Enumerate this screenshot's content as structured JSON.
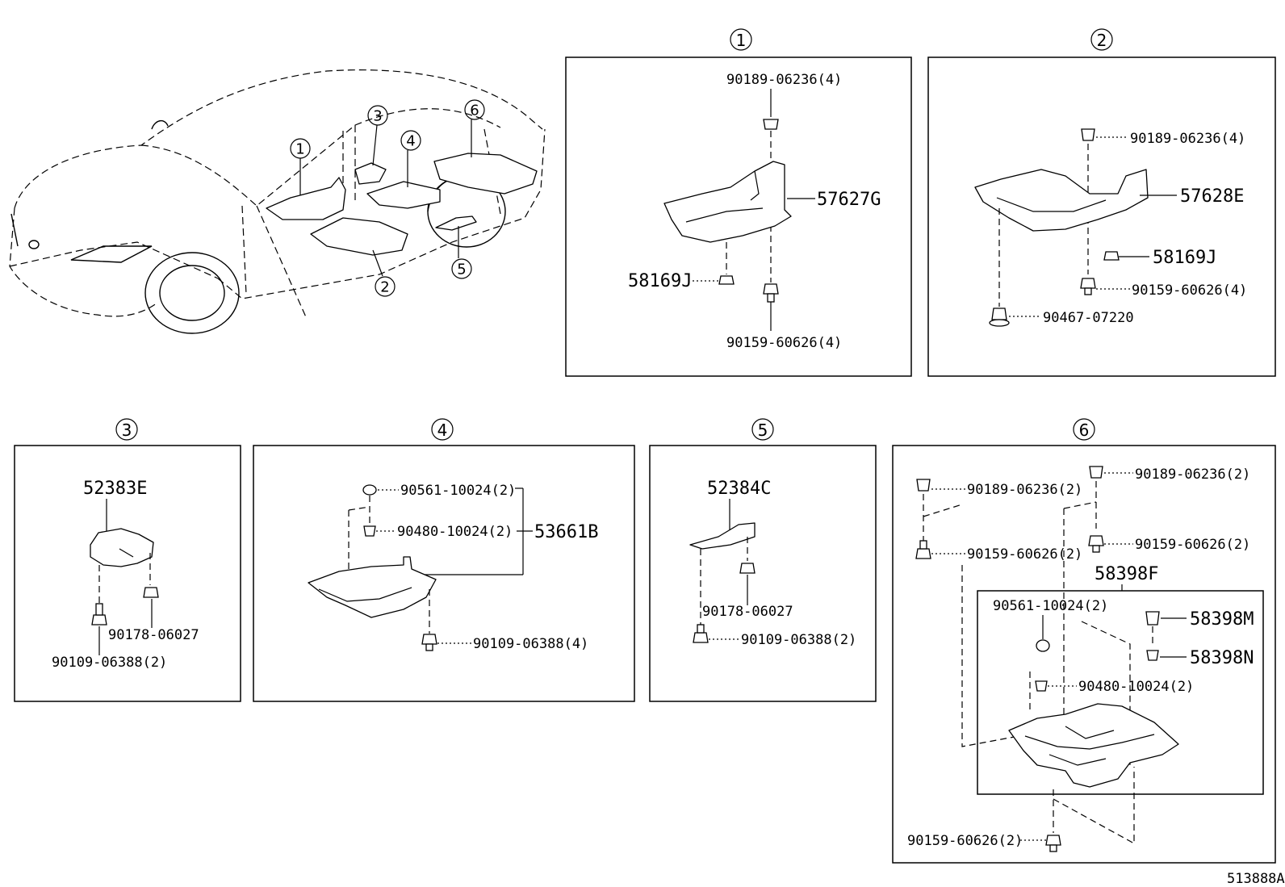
{
  "callouts": [
    "1",
    "2",
    "3",
    "4",
    "5",
    "6"
  ],
  "panel1": {
    "part_57627g": "57627G",
    "part_90189": "90189-06236(4)",
    "part_58169j": "58169J",
    "part_90159": "90159-60626(4)"
  },
  "panel2": {
    "part_90189": "90189-06236(4)",
    "part_57628e": "57628E",
    "part_58169j": "58169J",
    "part_90159": "90159-60626(4)",
    "part_90467": "90467-07220"
  },
  "panel3": {
    "part_52383e": "52383E",
    "part_90178": "90178-06027",
    "part_90109": "90109-06388(2)"
  },
  "panel4": {
    "part_90561": "90561-10024(2)",
    "part_90480": "90480-10024(2)",
    "part_53661b": "53661B",
    "part_90109": "90109-06388(4)"
  },
  "panel5": {
    "part_52384c": "52384C",
    "part_90178": "90178-06027",
    "part_90109": "90109-06388(2)"
  },
  "panel6": {
    "part_90189_left": "90189-06236(2)",
    "part_90189_right": "90189-06236(2)",
    "part_90159_left": "90159-60626(2)",
    "part_90159_right": "90159-60626(2)",
    "part_58398f": "58398F",
    "part_90561": "90561-10024(2)",
    "part_58398m": "58398M",
    "part_58398n": "58398N",
    "part_90480": "90480-10024(2)",
    "part_90159_bottom": "90159-60626(2)"
  },
  "diagram_id": "513888A"
}
